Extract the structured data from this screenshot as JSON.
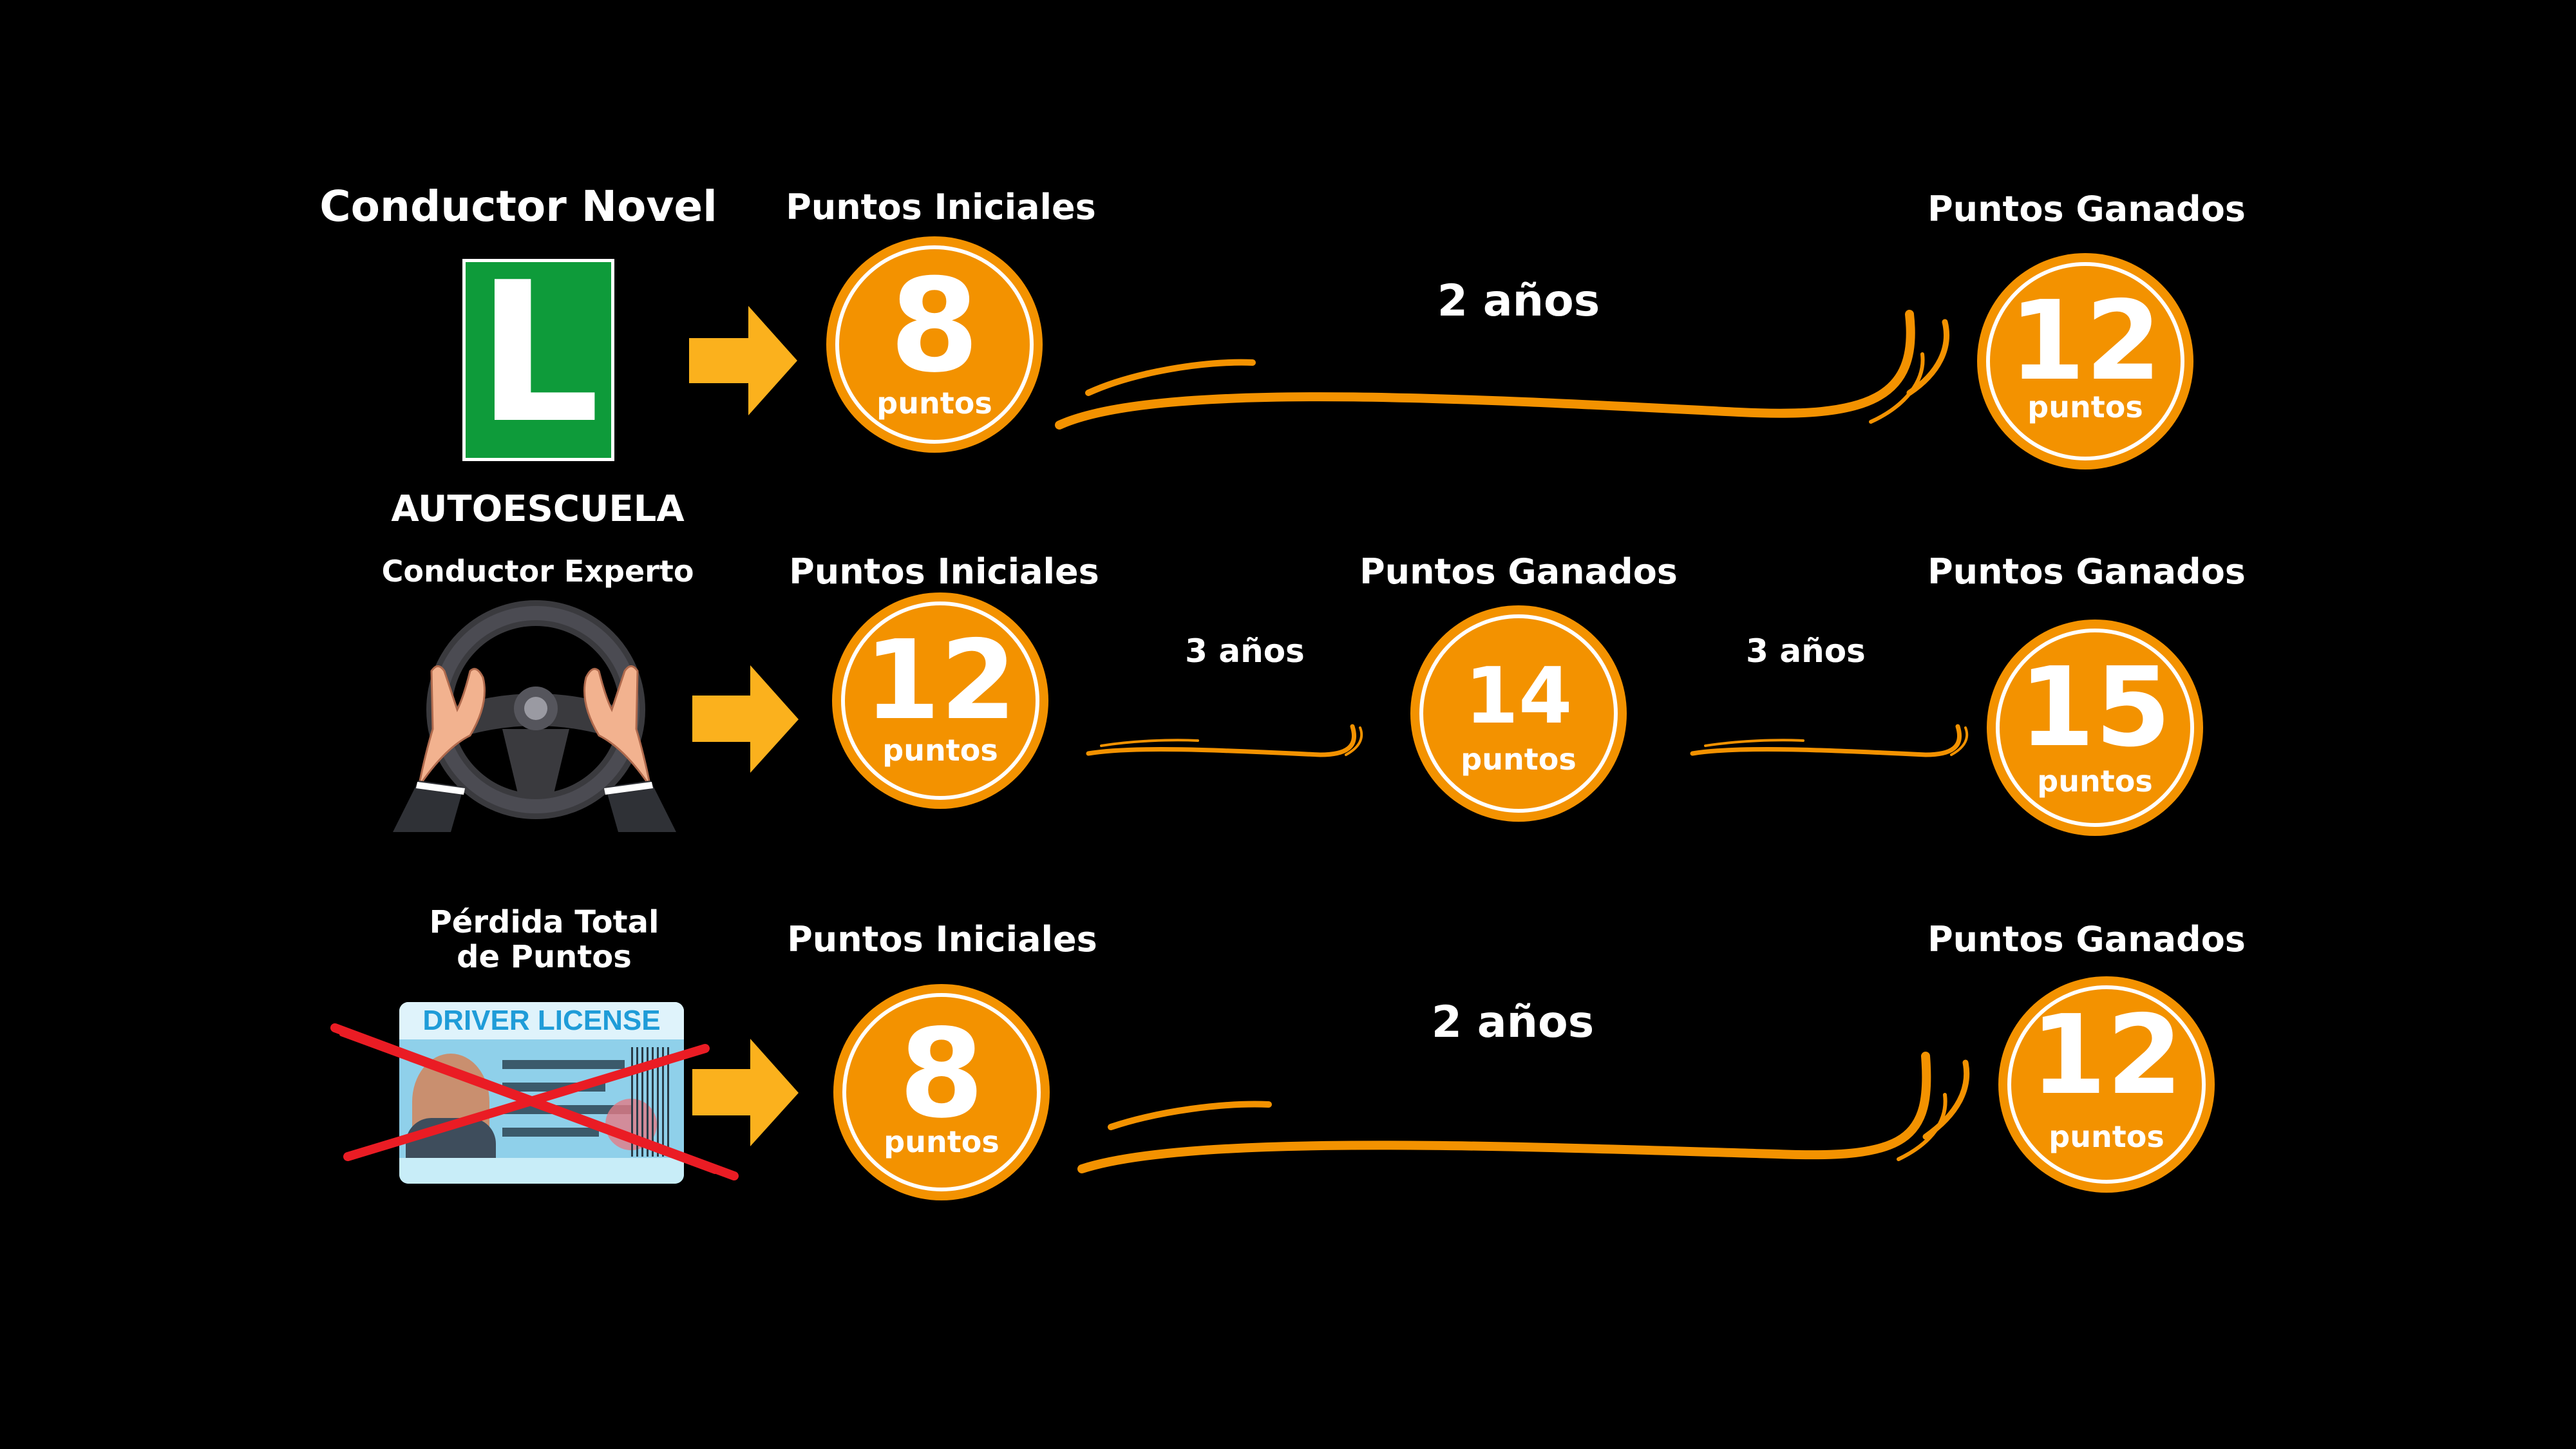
{
  "colors": {
    "background": "#000000",
    "accent": "#f39200",
    "arrow": "#fbb11d",
    "plate_green": "#0e9b3a"
  },
  "rows": [
    {
      "title": "Conductor Novel",
      "footer": "AUTOESCUELA",
      "icon": "learner-plate-icon",
      "plate_letter": "L",
      "start_header": "Puntos Iniciales",
      "start_value": "8",
      "start_unit": "puntos",
      "duration": "2 años",
      "end_header": "Puntos Ganados",
      "end_value": "12",
      "end_unit": "puntos"
    },
    {
      "title": "Conductor Experto",
      "icon": "steering-wheel-icon",
      "start_header": "Puntos Iniciales",
      "start_value": "12",
      "start_unit": "puntos",
      "duration_1": "3 años",
      "mid_header": "Puntos Ganados",
      "mid_value": "14",
      "mid_unit": "puntos",
      "duration_2": "3 años",
      "end_header": "Puntos Ganados",
      "end_value": "15",
      "end_unit": "puntos"
    },
    {
      "title_line1": "Pérdida Total",
      "title_line2": "de Puntos",
      "icon": "crossed-driver-license-icon",
      "license_text": "DRIVER LICENSE",
      "start_header": "Puntos Iniciales",
      "start_value": "8",
      "start_unit": "puntos",
      "duration": "2 años",
      "end_header": "Puntos Ganados",
      "end_value": "12",
      "end_unit": "puntos"
    }
  ]
}
